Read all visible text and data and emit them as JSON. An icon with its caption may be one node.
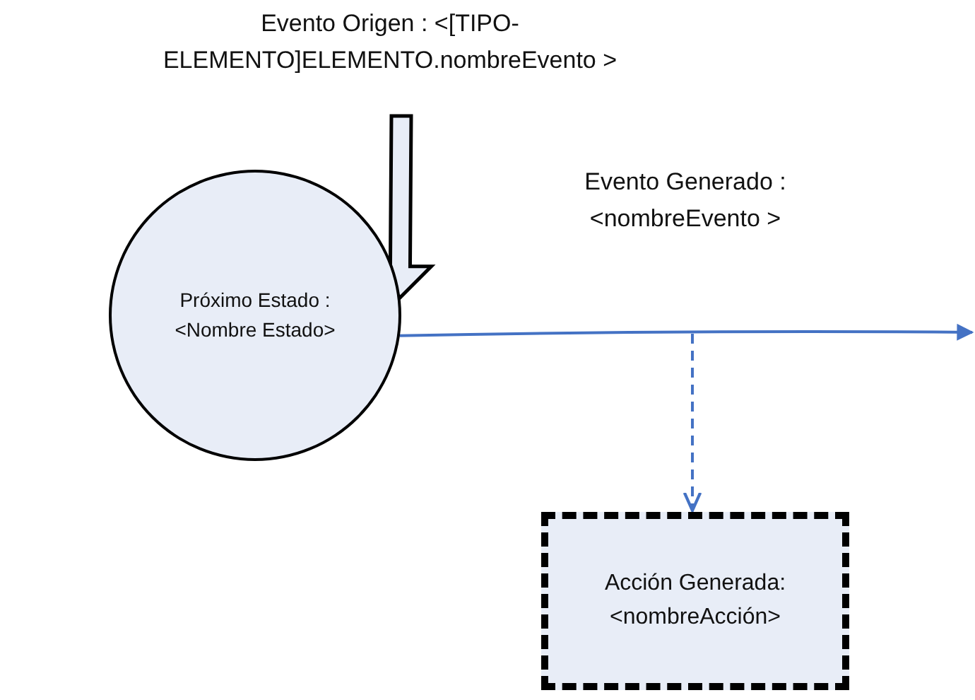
{
  "diagram": {
    "nodes": [
      {
        "text": [
          "Evento Origen : <[TIPO-ELEMENTO]ELEMENTO.nombreEvento >"
        ]
      },
      {
        "text": [
          "Próximo Estado : <Nombre Estado>"
        ]
      },
      {
        "text": [
          "Acción Generada: <nombreAcción>"
        ]
      }
    ],
    "edges": [
      {
        "from": 0,
        "to": 1,
        "arrow": "to",
        "style": "thick",
        "color": "#000000"
      },
      {
        "from": 1,
        "to": null,
        "arrow": "to",
        "label": "Evento Generado : <nombreEvento >"
      },
      {
        "from": null,
        "to": 2,
        "arrow": "to",
        "style": "dashed"
      }
    ]
  }
}
